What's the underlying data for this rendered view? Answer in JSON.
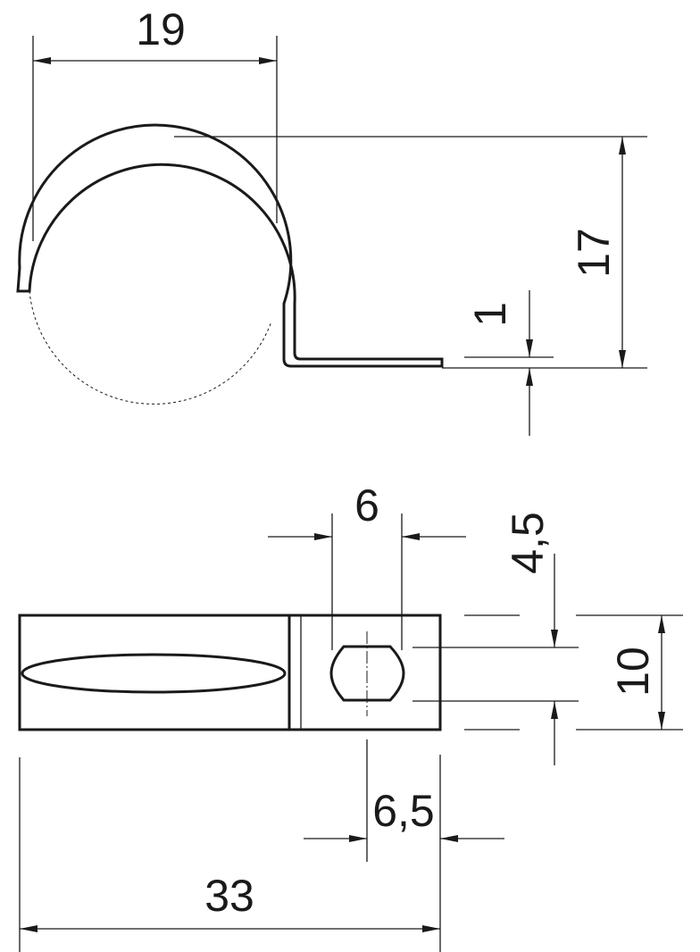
{
  "drawing": {
    "side_view": {
      "dimensions": {
        "width": "19",
        "height": "17",
        "thickness": "1"
      }
    },
    "top_view": {
      "dimensions": {
        "hole_width": "6",
        "hole_height": "4,5",
        "strap_width": "10",
        "hole_offset": "6,5",
        "length": "33"
      }
    },
    "line_color": "#1a1a1a"
  }
}
